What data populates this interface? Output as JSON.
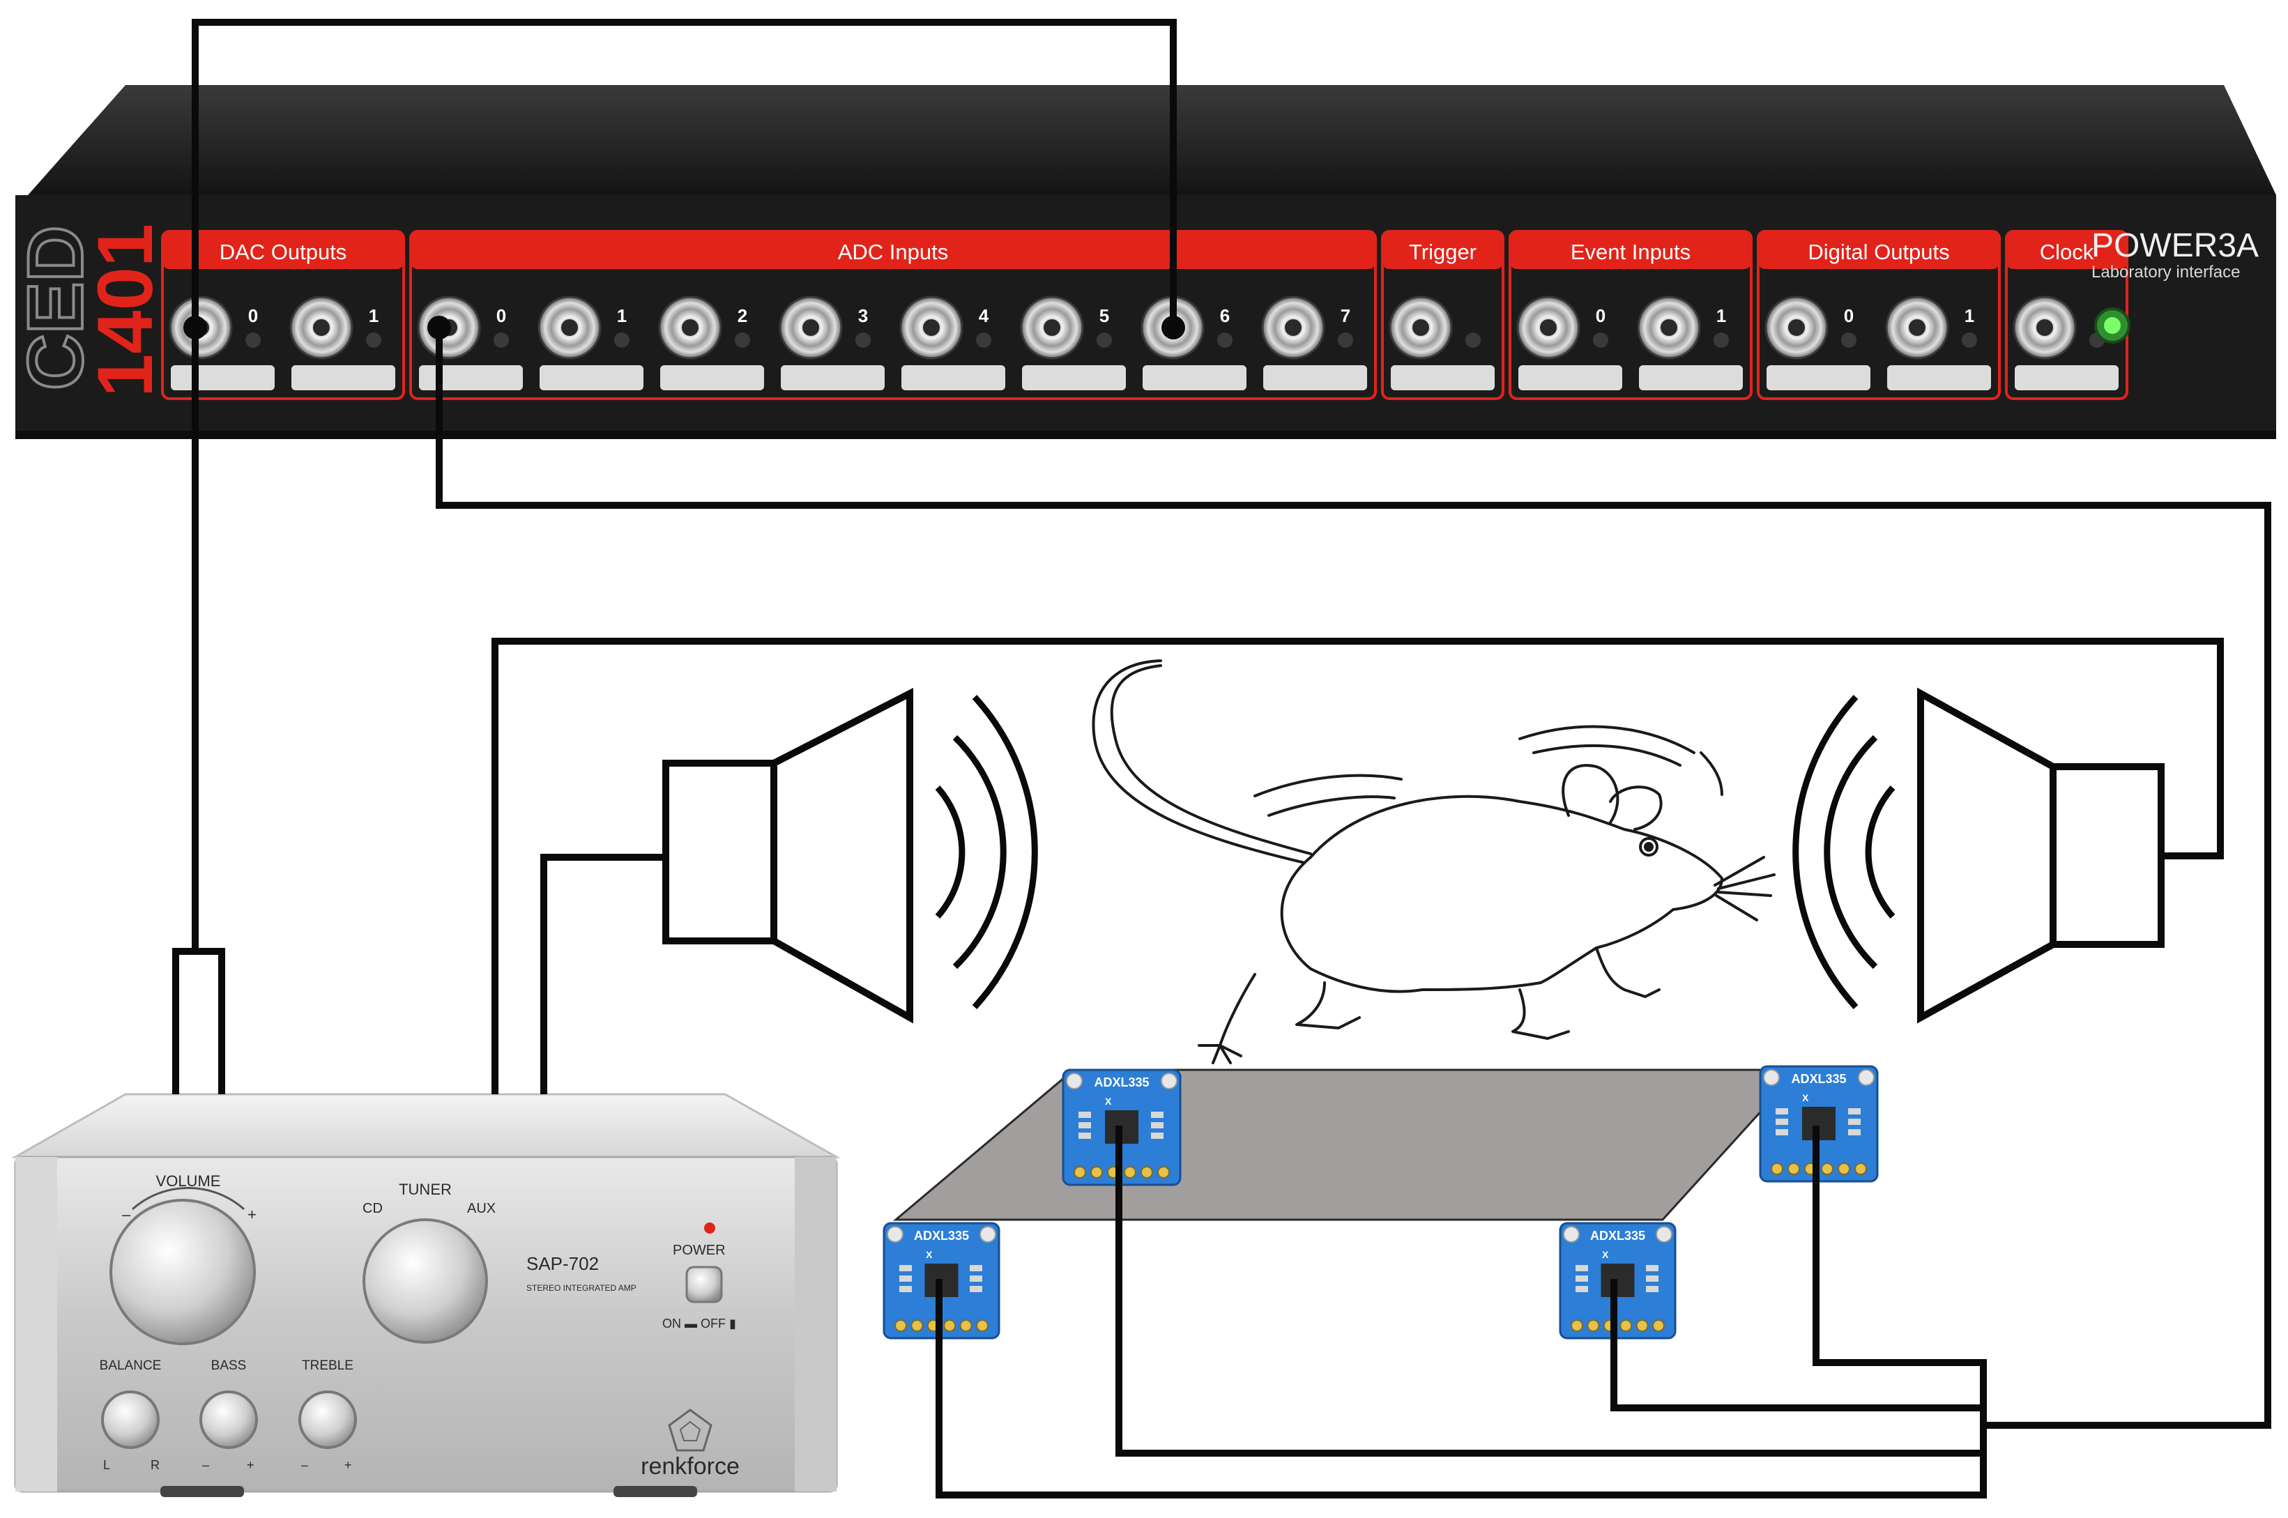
{
  "daq": {
    "brand_letters": "CED",
    "brand_model": "1401",
    "model_name": "POWER3A",
    "model_subtitle": "Laboratory interface",
    "sections": [
      {
        "label": "DAC Outputs",
        "channels": [
          "0",
          "1"
        ]
      },
      {
        "label": "ADC Inputs",
        "channels": [
          "0",
          "1",
          "2",
          "3",
          "4",
          "5",
          "6",
          "7"
        ]
      },
      {
        "label": "Trigger",
        "channels": [
          ""
        ]
      },
      {
        "label": "Event Inputs",
        "channels": [
          "0",
          "1"
        ]
      },
      {
        "label": "Digital Outputs",
        "channels": [
          "0",
          "1"
        ]
      },
      {
        "label": "Clock",
        "channels": [
          ""
        ]
      }
    ],
    "colors": {
      "panel": "#1b1b1b",
      "accent": "#e2231a",
      "power_led": "#3cc83c"
    }
  },
  "amplifier": {
    "volume_label": "VOLUME",
    "volume_minus": "–",
    "volume_plus": "+",
    "tuner_label": "TUNER",
    "tuner_cd": "CD",
    "tuner_aux": "AUX",
    "model": "SAP-702",
    "model_subtitle": "STEREO INTEGRATED AMP",
    "power_label": "POWER",
    "on_off": "ON ▬  OFF ▮",
    "balance_label": "BALANCE",
    "balance_l": "L",
    "balance_r": "R",
    "bass_label": "BASS",
    "bass_minus": "–",
    "bass_plus": "+",
    "treble_label": "TREBLE",
    "treble_minus": "–",
    "treble_plus": "+",
    "brand": "renkforce"
  },
  "sensors": [
    {
      "label": "ADXL335",
      "axis_marks": "X",
      "id": "top-left"
    },
    {
      "label": "ADXL335",
      "axis_marks": "X",
      "id": "top-right"
    },
    {
      "label": "ADXL335",
      "axis_marks": "X",
      "id": "bottom-left"
    },
    {
      "label": "ADXL335",
      "axis_marks": "X",
      "id": "bottom-right"
    }
  ],
  "icons": [
    "speaker-icon",
    "sound-wave-icon",
    "rat-illustration",
    "bnc-connector-icon",
    "knob-icon"
  ]
}
